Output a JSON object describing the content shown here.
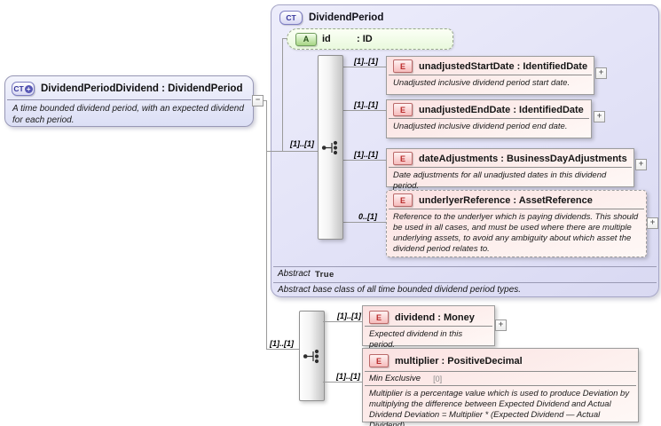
{
  "icons": {
    "complex_type": "CT",
    "plus_badge": "+",
    "attribute": "A",
    "element": "E",
    "expand": "+",
    "collapse": "−"
  },
  "derived_box": {
    "title": "DividendPeriodDividend : DividendPeriod",
    "description": "A time bounded dividend period, with an expected dividend for each period."
  },
  "base_box": {
    "title": "DividendPeriod",
    "attribute": {
      "name": "id",
      "type": ": ID"
    },
    "content_cardinality": "[1]..[1]",
    "elements": [
      {
        "label": "unadjustedStartDate : IdentifiedDate",
        "description": "Unadjusted inclusive dividend period start date.",
        "cardinality": "[1]..[1]"
      },
      {
        "label": "unadjustedEndDate : IdentifiedDate",
        "description": "Unadjusted inclusive dividend period end date.",
        "cardinality": "[1]..[1]"
      },
      {
        "label": "dateAdjustments : BusinessDayAdjustments",
        "description": "Date adjustments for all unadjusted dates in this dividend period.",
        "cardinality": "[1]..[1]"
      },
      {
        "label": "underlyerReference : AssetReference",
        "description": "Reference to the underlyer which is paying dividends. This should be used in all cases, and must be used where there are multiple underlying assets, to avoid any ambiguity about which asset the dividend period relates to.",
        "cardinality": "0..[1]"
      }
    ],
    "abstract_label": "Abstract",
    "abstract_value": "True",
    "footer": "Abstract base class of all time bounded dividend period types."
  },
  "extension": {
    "cardinality": "[1]..[1]",
    "elements": [
      {
        "label": "dividend : Money",
        "description": "Expected dividend in this period.",
        "cardinality": "[1]..[1]"
      },
      {
        "label": "multiplier : PositiveDecimal",
        "facet_label": "Min Exclusive",
        "facet_value": "[0]",
        "description": "Multiplier is a percentage value which is used to produce Deviation by multiplying the difference between Expected Dividend and Actual Dividend Deviation = Multiplier * (Expected Dividend — Actual Dividend).",
        "cardinality": "[1]..[1]"
      }
    ]
  }
}
